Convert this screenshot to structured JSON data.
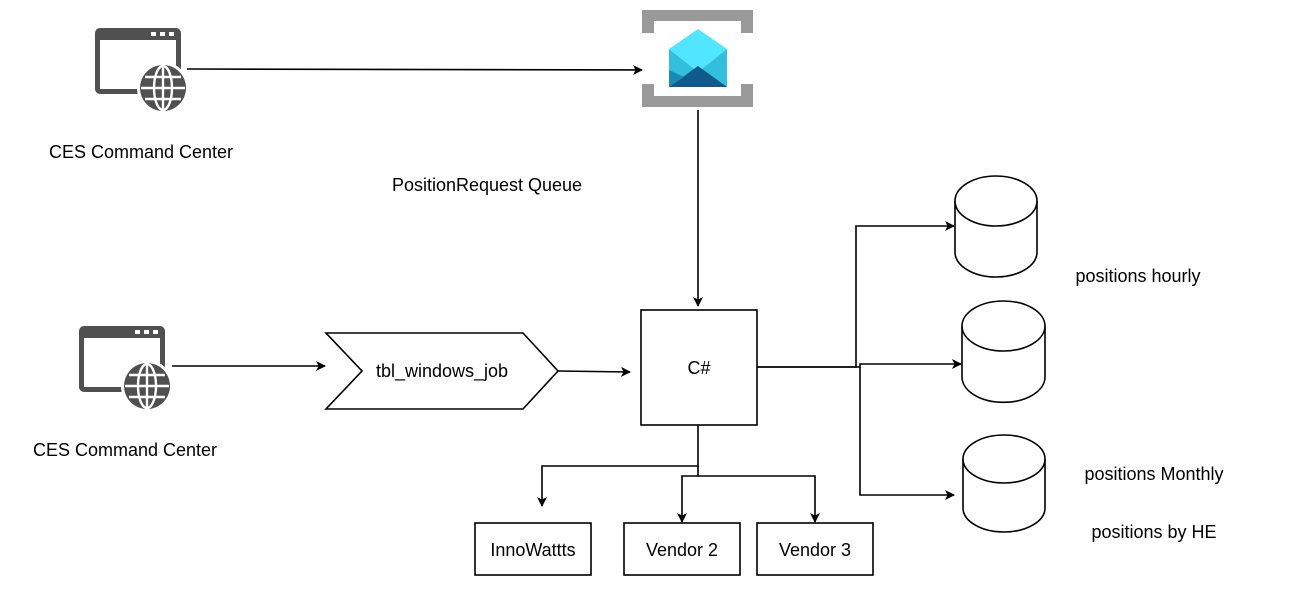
{
  "labels": {
    "app_top": "CES Command Center",
    "app_bottom": "CES Command Center",
    "queue": "PositionRequest Queue",
    "job": "tbl_windows_job",
    "processor": "C#",
    "db_hourly": "positions hourly",
    "db_monthly": "positions Monthly",
    "db_by_he": "positions by HE",
    "vendor_1": "InnoWattts",
    "vendor_2": "Vendor 2",
    "vendor_3": "Vendor 3"
  },
  "icons": {
    "web_app": "browser-window-globe-icon",
    "queue": "azure-storage-queue-icon",
    "database": "database-cylinder-icon"
  },
  "colors": {
    "line": "#000000",
    "icon_gray": "#505050",
    "queue_frame": "#999999",
    "envelope_light": "#50e6ff",
    "envelope_mid": "#32bedd",
    "envelope_dark": "#0f5a8a",
    "envelope_deep": "#198ab3"
  }
}
